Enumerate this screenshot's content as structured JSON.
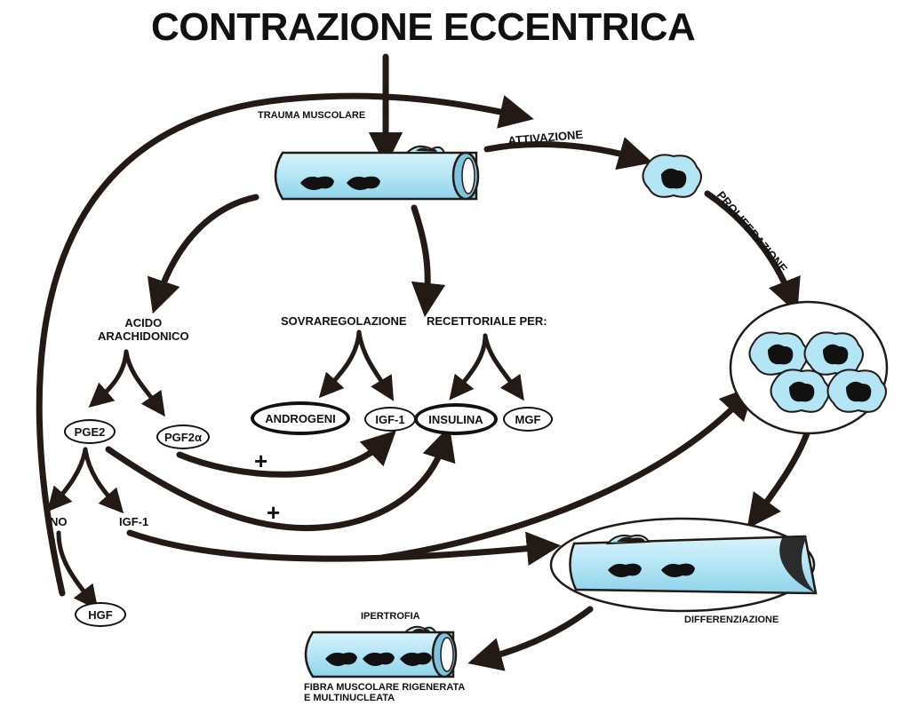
{
  "title": "CONTRAZIONE ECCENTRICA",
  "labels": {
    "trauma": "TRAUMA MUSCOLARE",
    "attivazione": "ATTIVAZIONE",
    "proliferazione": "PROLIFERAZIONE",
    "acido_1": "ACIDO",
    "acido_2": "ARACHIDONICO",
    "sovraregolazione": "SOVRAREGOLAZIONE",
    "recettoriale": "RECETTORIALE PER:",
    "no": "NO",
    "igf1_left": "IGF-1",
    "differenziazione": "DIFFERENZIAZIONE",
    "ipertrofia": "IPERTROFIA",
    "fibra_1": "FIBRA MUSCOLARE RIGENERATA",
    "fibra_2": "E MULTINUCLEATA",
    "plus_1": "+",
    "plus_2": "+"
  },
  "nodes": {
    "androgeni": "ANDROGENI",
    "igf1": "IGF-1",
    "insulina": "INSULINA",
    "mgf": "MGF",
    "pge2": "PGE2",
    "pgf2a": "PGF2α",
    "hgf": "HGF"
  },
  "colors": {
    "cell_fill": "#b3e5f5",
    "ink": "#231a16",
    "nucleus": "#111111"
  }
}
